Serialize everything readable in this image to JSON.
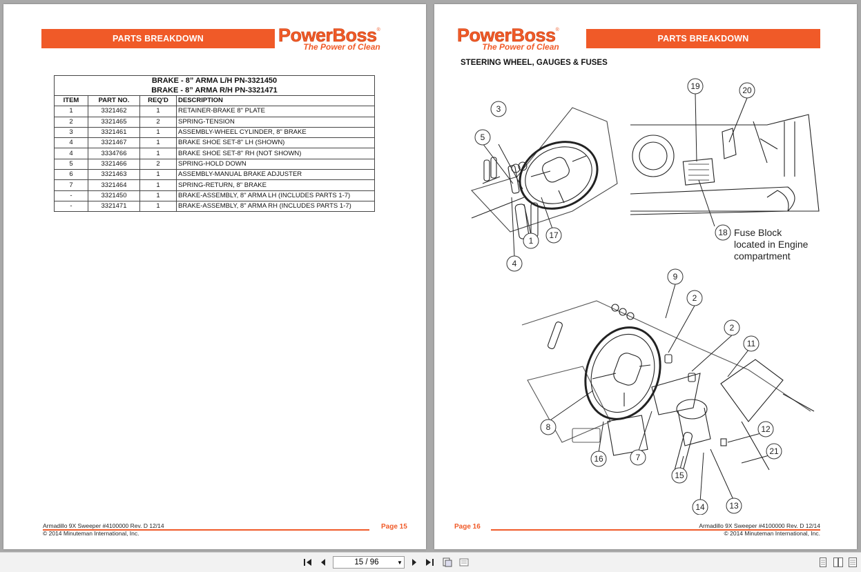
{
  "left_page": {
    "header": "PARTS BREAKDOWN",
    "logo": {
      "name": "PowerBoss",
      "reg": "®",
      "tagline": "The Power of Clean"
    },
    "table": {
      "title_1": "BRAKE - 8” ARMA L/H PN-3321450",
      "title_2": "BRAKE - 8” ARMA R/H PN-3321471",
      "columns": [
        "ITEM",
        "PART NO.",
        "REQ'D",
        "DESCRIPTION"
      ],
      "rows": [
        [
          "1",
          "3321462",
          "1",
          "RETAINER-BRAKE 8\" PLATE"
        ],
        [
          "2",
          "3321465",
          "2",
          "SPRING-TENSION"
        ],
        [
          "3",
          "3321461",
          "1",
          "ASSEMBLY-WHEEL CYLINDER, 8\" BRAKE"
        ],
        [
          "4",
          "3321467",
          "1",
          "BRAKE SHOE SET-8\" LH (SHOWN)"
        ],
        [
          "4",
          "3334766",
          "1",
          "BRAKE SHOE SET-8\" RH (NOT SHOWN)"
        ],
        [
          "5",
          "3321466",
          "2",
          "SPRING-HOLD DOWN"
        ],
        [
          "6",
          "3321463",
          "1",
          "ASSEMBLY-MANUAL BRAKE ADJUSTER"
        ],
        [
          "7",
          "3321464",
          "1",
          "SPRING-RETURN, 8\" BRAKE"
        ],
        [
          "-",
          "3321450",
          "1",
          "BRAKE-ASSEMBLY, 8\" ARMA LH   (INCLUDES PARTS 1-7)"
        ],
        [
          "-",
          "3321471",
          "1",
          "BRAKE-ASSEMBLY, 8\" ARMA RH  (INCLUDES PARTS 1-7)"
        ]
      ]
    },
    "footer_line1": "Armadillo 9X Sweeper #4100000  Rev. D 12/14",
    "footer_line2": "© 2014 Minuteman International, Inc.",
    "page_label": "Page  15"
  },
  "right_page": {
    "header": "PARTS BREAKDOWN",
    "logo": {
      "name": "PowerBoss",
      "reg": "®",
      "tagline": "The Power of Clean"
    },
    "section_title": "STEERING WHEEL, GAUGES & FUSES",
    "callouts_top_left": [
      "3",
      "5",
      "1",
      "17",
      "4"
    ],
    "callouts_top_right": [
      "19",
      "20",
      "18"
    ],
    "fuse_note": [
      "Fuse Block",
      "located in Engine",
      "compartment"
    ],
    "callouts_bottom": [
      "9",
      "2",
      "2",
      "11",
      "8",
      "12",
      "21",
      "16",
      "7",
      "15",
      "14",
      "13"
    ],
    "footer_line1": "Armadillo 9X Sweeper #4100000  Rev. D 12/14",
    "footer_line2": "© 2014 Minuteman International, Inc.",
    "page_label": "Page  16"
  },
  "toolbar": {
    "page_value": "15 / 96",
    "icons": [
      "first-page-icon",
      "previous-page-icon",
      "next-page-icon",
      "last-page-icon",
      "single-page-view-icon",
      "two-page-view-icon",
      "continuous-icon",
      "book-view-icon",
      "fit-icon"
    ]
  }
}
